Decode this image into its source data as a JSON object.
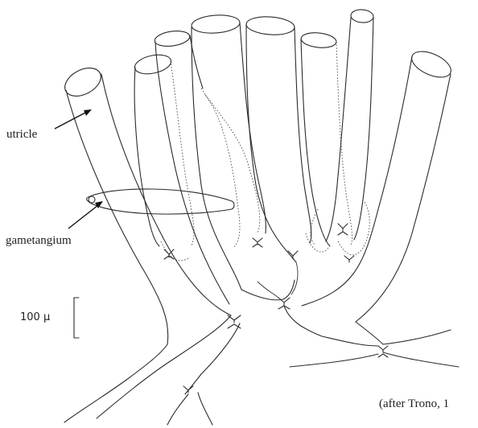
{
  "labels": {
    "utricle": "utricle",
    "gametangium": "gametangium",
    "scale": "100 μ",
    "credit": "(after Trono, 1"
  }
}
